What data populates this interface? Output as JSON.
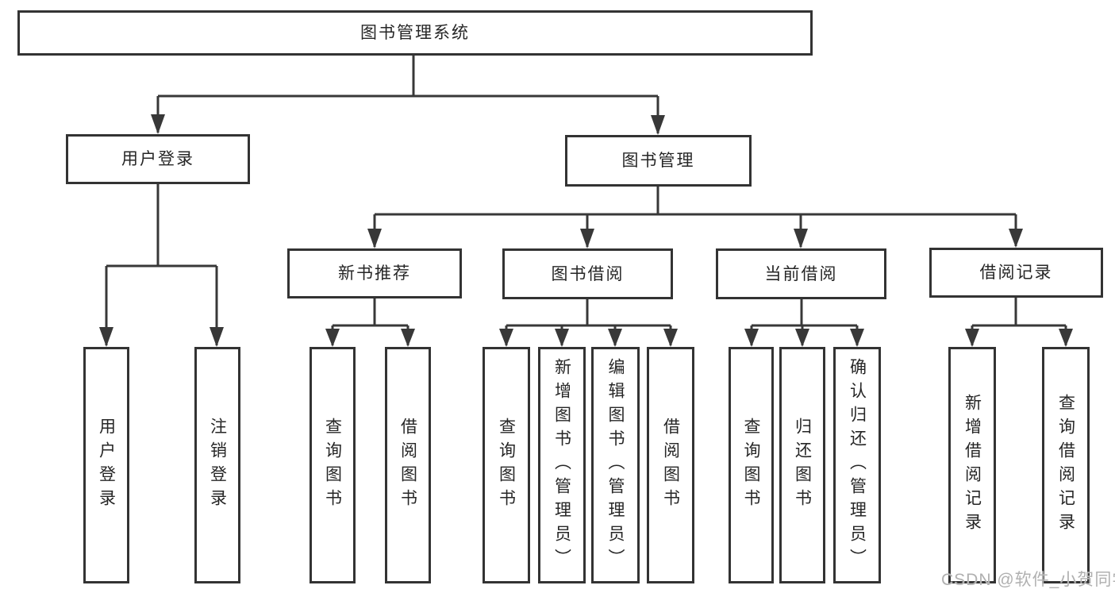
{
  "tree": {
    "label": "图书管理系统",
    "children": [
      {
        "label": "用户登录",
        "children": [
          {
            "label": "用户登录"
          },
          {
            "label": "注销登录"
          }
        ]
      },
      {
        "label": "图书管理",
        "children": [
          {
            "label": "新书推荐",
            "children": [
              {
                "label": "查询图书"
              },
              {
                "label": "借阅图书"
              }
            ]
          },
          {
            "label": "图书借阅",
            "children": [
              {
                "label": "查询图书"
              },
              {
                "label": "新增图书（管理员）"
              },
              {
                "label": "编辑图书（管理员）"
              },
              {
                "label": "借阅图书"
              }
            ]
          },
          {
            "label": "当前借阅",
            "children": [
              {
                "label": "查询图书"
              },
              {
                "label": "归还图书"
              },
              {
                "label": "确认归还（管理员）"
              }
            ]
          },
          {
            "label": "借阅记录",
            "children": [
              {
                "label": "新增借阅记录"
              },
              {
                "label": "查询借阅记录"
              }
            ]
          }
        ]
      }
    ]
  },
  "watermark": "CSDN @软件_小贺同学",
  "colors": {
    "line": "#383838",
    "box_border": "#333333",
    "text": "#262626",
    "watermark": "#b0b0b0",
    "background": "#ffffff"
  }
}
